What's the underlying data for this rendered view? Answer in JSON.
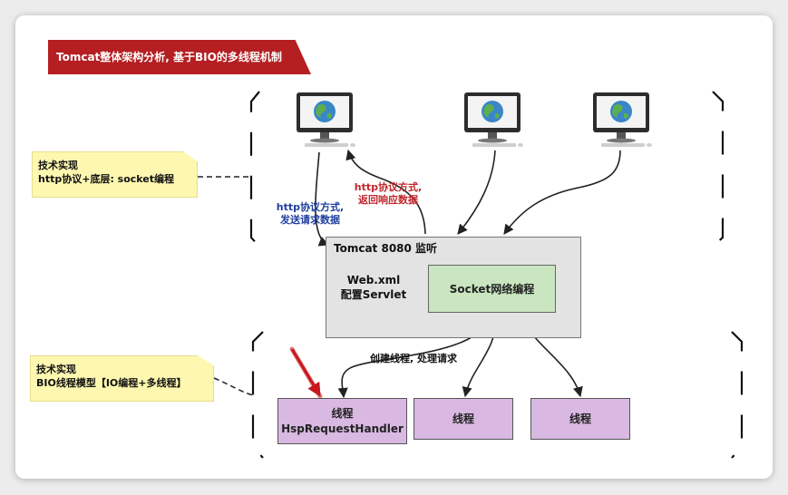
{
  "title": "Tomcat整体架构分析, 基于BIO的多线程机制",
  "note_top": {
    "line1": "技术实现",
    "line2": "http协议+底层: socket编程"
  },
  "note_bottom": {
    "line1": "技术实现",
    "line2": "BIO线程模型【IO编程+多线程】"
  },
  "label_request": {
    "line1": "http协议方式,",
    "line2": "发送请求数据"
  },
  "label_response": {
    "line1": "http协议方式,",
    "line2": "返回响应数据"
  },
  "tomcat_title": "Tomcat 8080 监听",
  "webxml": {
    "line1": "Web.xml",
    "line2": "配置Servlet"
  },
  "socket_label": "Socket网络编程",
  "label_create_thread": "创建线程, 处理请求",
  "thread1": {
    "line1": "线程",
    "line2": "HspRequestHandler"
  },
  "thread2": "线程",
  "thread3": "线程",
  "colors": {
    "banner": "#b51f22",
    "note": "#fdf7b0",
    "tomcat_box": "#e3e3e3",
    "socket_box": "#c9e6c0",
    "thread_box": "#d9b8e2",
    "request_label": "#1f3f9e",
    "response_label": "#c0262b"
  }
}
